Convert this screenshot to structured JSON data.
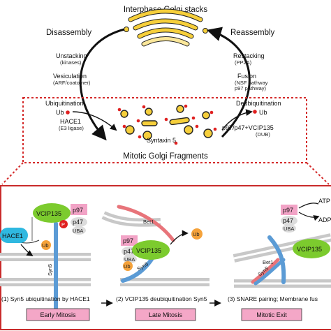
{
  "colors": {
    "golgi_yellow": "#f6cf3b",
    "golgi_light": "#fbe79a",
    "red_dot": "#e02020",
    "dashed_red": "#d42a2a",
    "panel_border": "#c92b2b",
    "membrane_gray": "#c8c8c8",
    "vcip135_green": "#7ccb2e",
    "p97_pink": "#f2a3c6",
    "hace1_cyan": "#2fb8e0",
    "ub_orange": "#f5a23a",
    "syn5_blue": "#5b9bd5",
    "bet1_salmon": "#e8747a",
    "stage_pink": "#f4a7c7"
  },
  "top": {
    "title": "Interphase Golgi stacks",
    "bottom_title": "Mitotic Golgi Fragments",
    "left_heading": "Disassembly",
    "right_heading": "Reassembly",
    "left_steps": [
      {
        "label": "Unstacking",
        "sub": "(kinases)"
      },
      {
        "label": "Vesiculation",
        "sub": "(ARF/coatomer)"
      },
      {
        "label": "Ubiquitination",
        "sub": ""
      }
    ],
    "right_steps": [
      {
        "label": "Restacking",
        "sub": "(PP2A)"
      },
      {
        "label": "Fusion",
        "sub": "(NSF pathway",
        "sub2": "p97 pathway)"
      },
      {
        "label": "Deubiquitination",
        "sub": ""
      }
    ],
    "ub_left": "Ub",
    "ub_right": "Ub",
    "hace1": "HACE1",
    "hace1_sub": "(E3 ligase)",
    "complex": "p97/p47+VCIP135",
    "complex_sub": "(DUB)",
    "syntaxin": "Syntaxin 5"
  },
  "panels": {
    "p1": {
      "hace1": "HACE1",
      "vcip135": "VCIP135",
      "p97": "p97",
      "p47": "p47",
      "uba": "UBA",
      "phos": "P",
      "ub": "Ub",
      "syn5": "Syn5",
      "caption": "(1) Syn5 ubiquitination by HACE1",
      "stage": "Early Mitosis"
    },
    "p2": {
      "bet1": "Bet1",
      "vcip135": "VCIP135",
      "p97": "p97",
      "p47": "p47",
      "uba": "UBA",
      "ub_free": "Ub",
      "ub_bound": "Ub",
      "syn5": "Syn5",
      "caption": "(2) VCIP135 deubiquitination Syn5",
      "stage": "Late Mitosis"
    },
    "p3": {
      "atp": "ATP",
      "adp": "ADP",
      "p97": "p97",
      "p47": "p47",
      "uba": "UBA",
      "vcip135": "VCIP135",
      "bet1": "Bet1",
      "syn5": "Syn5",
      "caption": "(3) SNARE pairing; Membrane fus",
      "stage": "Mitotic Exit"
    }
  }
}
